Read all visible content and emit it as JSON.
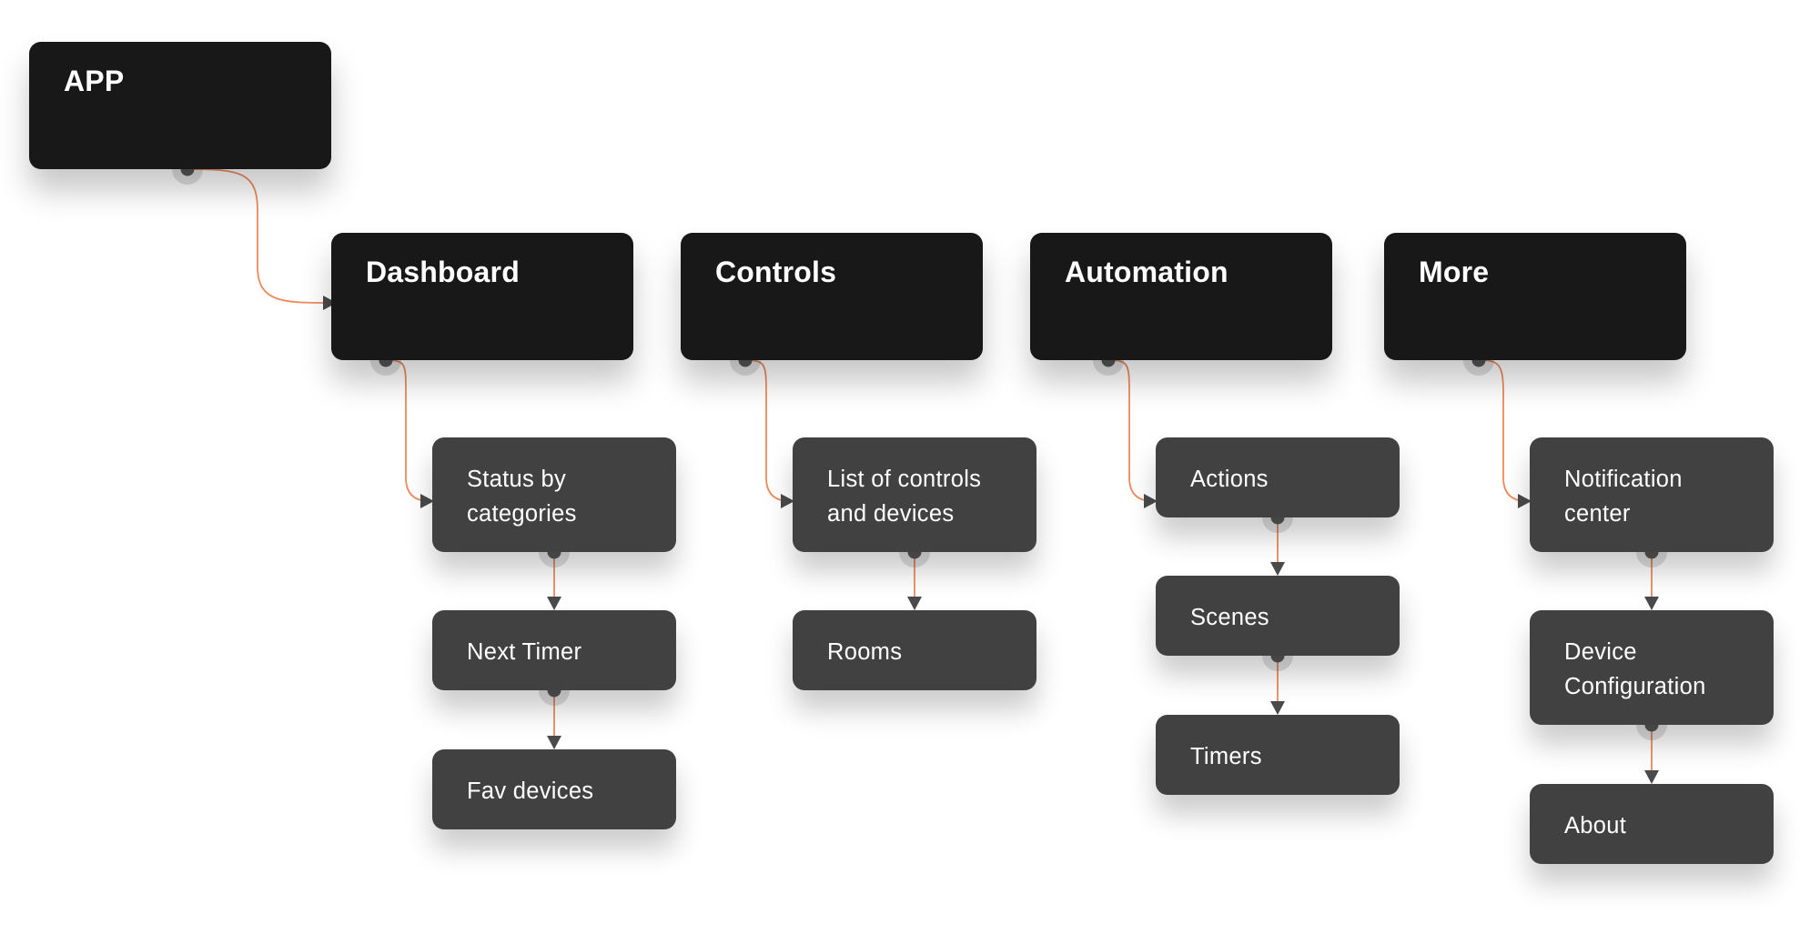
{
  "diagram": {
    "root": {
      "id": "app",
      "label": "APP"
    },
    "sections": [
      {
        "id": "dashboard",
        "label": "Dashboard",
        "children": [
          {
            "id": "status",
            "label": "Status by\ncategories"
          },
          {
            "id": "next-timer",
            "label": "Next Timer"
          },
          {
            "id": "fav-devices",
            "label": "Fav devices"
          }
        ]
      },
      {
        "id": "controls",
        "label": "Controls",
        "children": [
          {
            "id": "list",
            "label": "List of controls\nand devices"
          },
          {
            "id": "rooms",
            "label": "Rooms"
          }
        ]
      },
      {
        "id": "automation",
        "label": "Automation",
        "children": [
          {
            "id": "actions",
            "label": "Actions"
          },
          {
            "id": "scenes",
            "label": "Scenes"
          },
          {
            "id": "timers",
            "label": "Timers"
          }
        ]
      },
      {
        "id": "more",
        "label": "More",
        "children": [
          {
            "id": "notification",
            "label": "Notification\ncenter"
          },
          {
            "id": "device-config",
            "label": "Device\nConfiguration"
          },
          {
            "id": "about",
            "label": "About"
          }
        ]
      }
    ],
    "colors": {
      "section_fill": "#181818",
      "screen_fill": "#414141",
      "connector": "#ee8a5c",
      "arrowhead": "#4a4a4a",
      "handle": "#555555",
      "text": "#ffffff"
    }
  }
}
